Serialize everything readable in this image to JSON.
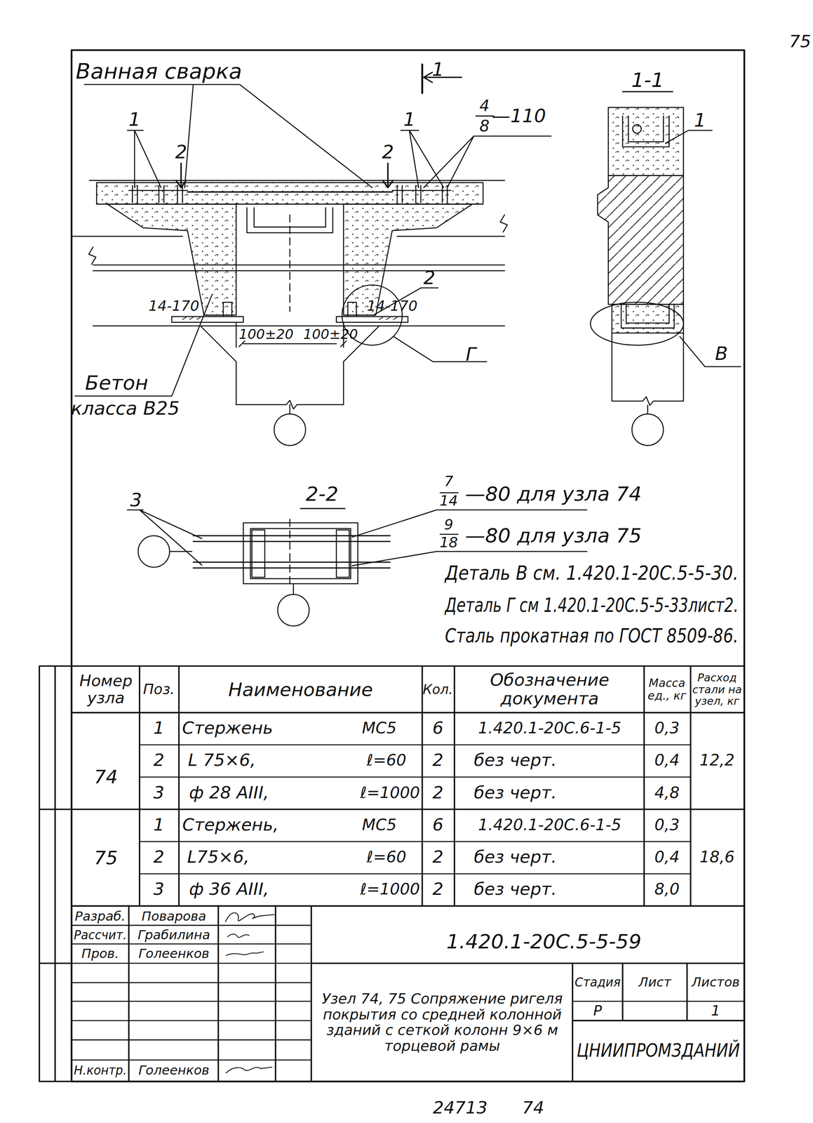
{
  "diagram": {
    "labels": [
      "75",
      "Ванная сварка",
      "1",
      "1-1",
      "1",
      "2",
      "2",
      "1",
      "4",
      "8",
      "—110",
      "1",
      "2",
      "14-170",
      "14-170",
      "100±20",
      "100±20",
      "Г",
      "В",
      "Бетон",
      "класса В25",
      "7",
      "14",
      "—80 для узла 74",
      "3",
      "2-2",
      "9",
      "18",
      "—80 для узла 75",
      "Деталь В см. 1.420.1-20С.5-5-30.",
      "Деталь Г см 1.420.1-20С.5-5-33лист2.",
      "Сталь прокатная по ГОСТ 8509-86.",
      "Номер узла",
      "Поз.",
      "Наименование",
      "Кол.",
      "Обозначение документа",
      "Масса ед., кг",
      "Расход стали на узел, кг",
      "74",
      "1",
      "Стержень",
      "МС5",
      "6",
      "1.420.1-20С.6-1-5",
      "0,3",
      "2",
      "L 75×6,",
      "ℓ=60",
      "2",
      "без черт.",
      "0,4",
      "3",
      "ф 28 АIII,",
      "ℓ=1000",
      "2",
      "без черт.",
      "4,8",
      "12,2",
      "75",
      "1",
      "Стержень,",
      "МС5",
      "6",
      "1.420.1-20С.6-1-5",
      "0,3",
      "2",
      "L75×6,",
      "ℓ=60",
      "2",
      "без черт.",
      "0,4",
      "3",
      "ф 36 АIII,",
      "ℓ=1000",
      "2",
      "без черт.",
      "8,0",
      "18,6",
      "Разраб.",
      "Поварова",
      "Рассчит.",
      "Грабилина",
      "Пров.",
      "Голеенков",
      "Н.контр.",
      "Голеенков",
      "1.420.1-20С.5-5-59",
      "Узел 74, 75 Сопряжение ригеля покрытия со средней колонной зданий с сеткой колонн 9×6 м торцевой рамы",
      "Стадия",
      "Лист",
      "Листов",
      "Р",
      "1",
      "ЦНИИПРОМЗДАНИЙ",
      "24713",
      "74"
    ]
  }
}
